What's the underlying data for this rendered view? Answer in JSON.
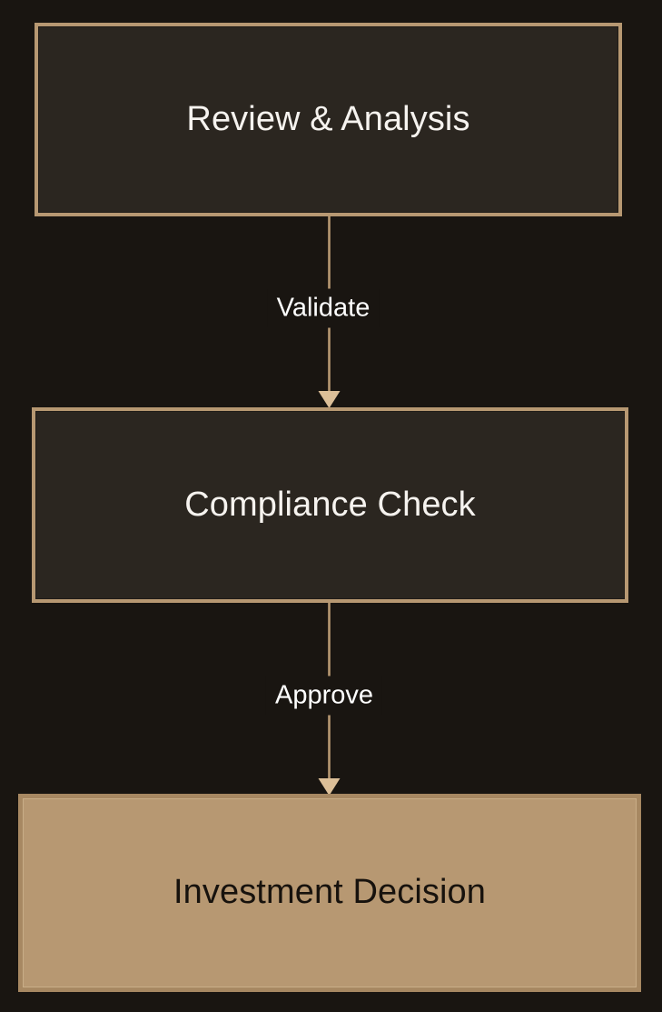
{
  "diagram": {
    "type": "flowchart",
    "orientation": "top-to-bottom",
    "background_color": "#191511",
    "accent_color": "#b79872",
    "node_fill_color": "#2b2620",
    "node_text_color": "#f6f3ef",
    "terminal_fill_color": "#b79872",
    "terminal_text_color": "#17120d",
    "nodes": [
      {
        "id": "review",
        "label": "Review & Analysis",
        "style": "process"
      },
      {
        "id": "compliance",
        "label": "Compliance Check",
        "style": "process"
      },
      {
        "id": "investment",
        "label": "Investment Decision",
        "style": "terminal"
      }
    ],
    "edges": [
      {
        "id": "review-to-compliance",
        "from": "review",
        "to": "compliance",
        "label": "Validate",
        "arrow": "filled-triangle"
      },
      {
        "id": "compliance-to-investment",
        "from": "compliance",
        "to": "investment",
        "label": "Approve",
        "arrow": "filled-triangle"
      }
    ]
  }
}
